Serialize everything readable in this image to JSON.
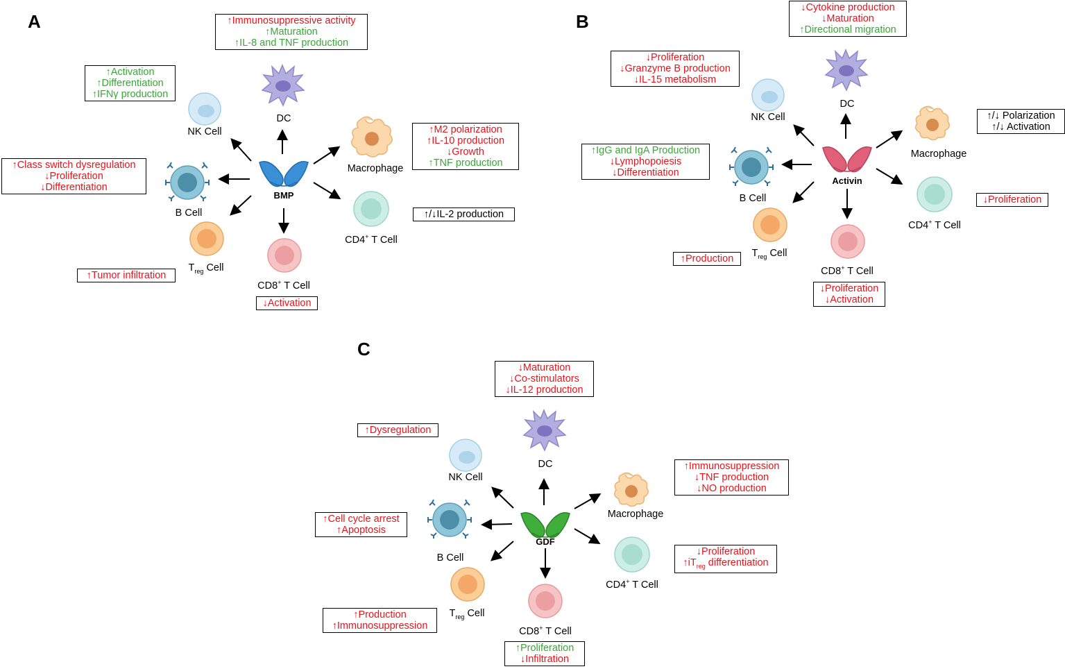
{
  "panels": {
    "A": {
      "letter": "A",
      "ligand": "BMP",
      "ligand_color": "#3a8fd6",
      "cells": {
        "nk": "NK Cell",
        "dc": "DC",
        "macrophage": "Macrophage",
        "bcell": "B Cell",
        "cd4_main": "CD4",
        "cd4_sup": "+",
        "cd4_tail": " T Cell",
        "cd8_main": "CD8",
        "cd8_sup": "+",
        "cd8_tail": " T Cell",
        "treg_main": "T",
        "treg_sub": "reg",
        "treg_tail": " Cell"
      },
      "boxes": {
        "dc": [
          "↑Immunosuppressive activity",
          "↑Maturation",
          "↑IL-8 and TNF production"
        ],
        "nk": [
          "↑Activation",
          "↑Differentiation",
          "↑IFNγ production"
        ],
        "bcell": [
          "↑Class switch dysregulation",
          "↓Proliferation",
          "↓Differentiation"
        ],
        "macrophage": [
          "↑M2 polarization",
          "↑IL-10 production",
          "↓Growth",
          "↑TNF production"
        ],
        "cd4": [
          "↑/↓IL-2 production"
        ],
        "treg": [
          "↑Tumor infiltration"
        ],
        "cd8": [
          "↓Activation"
        ]
      }
    },
    "B": {
      "letter": "B",
      "ligand": "Activin",
      "ligand_color": "#e0607a",
      "cells": {
        "nk": "NK Cell",
        "dc": "DC",
        "macrophage": "Macrophage",
        "bcell": "B Cell",
        "cd4_main": "CD4",
        "cd4_sup": "+",
        "cd4_tail": " T Cell",
        "cd8_main": "CD8",
        "cd8_sup": "+",
        "cd8_tail": " T Cell",
        "treg_main": "T",
        "treg_sub": "reg",
        "treg_tail": " Cell"
      },
      "boxes": {
        "dc": [
          "↓Cytokine production",
          "↓Maturation",
          "↑Directional migration"
        ],
        "nk": [
          "↓Proliferation",
          "↓Granzyme B production",
          "↓IL-15 metabolism"
        ],
        "bcell": [
          "↑IgG and IgA Production",
          "↓Lymphopoiesis",
          "↓Differentiation"
        ],
        "macrophage": [
          "↑/↓ Polarization",
          "↑/↓ Activation"
        ],
        "cd4": [
          "↓Proliferation"
        ],
        "treg": [
          "↑Production"
        ],
        "cd8": [
          "↓Proliferation",
          "↓Activation"
        ]
      }
    },
    "C": {
      "letter": "C",
      "ligand": "GDF",
      "ligand_color": "#3fae3a",
      "cells": {
        "nk": "NK Cell",
        "dc": "DC",
        "macrophage": "Macrophage",
        "bcell": "B Cell",
        "cd4_main": "CD4",
        "cd4_sup": "+",
        "cd4_tail": " T Cell",
        "cd8_main": "CD8",
        "cd8_sup": "+",
        "cd8_tail": " T Cell",
        "treg_main": "T",
        "treg_sub": "reg",
        "treg_tail": " Cell"
      },
      "boxes": {
        "dc": [
          "↓Maturation",
          "↓Co-stimulators",
          "↓IL-12 production"
        ],
        "nk": [
          "↑Dysregulation"
        ],
        "bcell": [
          "↑Cell cycle arrest",
          "↑Apoptosis"
        ],
        "macrophage": [
          "↑Immunosuppression",
          "↓TNF production",
          "↓NO production"
        ],
        "cd4_a": "↓Proliferation",
        "cd4_b_pre": "↑iT",
        "cd4_b_sub": "reg",
        "cd4_b_post": " differentiation",
        "treg": [
          "↑Production",
          "↑Immunosuppression"
        ],
        "cd8": [
          "↑Proliferation",
          "↓Infiltration"
        ]
      }
    }
  },
  "colors": {
    "increase_red": "#e8141c",
    "positive_green": "#3aa639",
    "nk_fill": "#d6ebf7",
    "dc_fill": "#b3aee0",
    "macrophage_fill": "#fbd9ad",
    "bcell_fill": "#8fc6d9",
    "cd4_fill": "#cdeee5",
    "cd8_fill": "#f7c4c6",
    "treg_fill": "#fbcd97"
  }
}
